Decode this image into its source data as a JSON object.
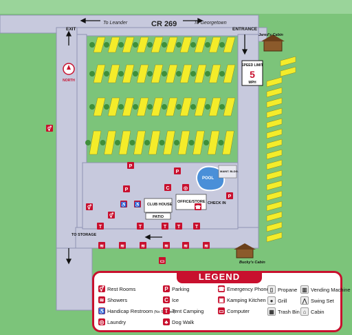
{
  "roads": {
    "top_road": "CR 269",
    "to_leander": "To Leander",
    "to_georgetown": "To Georgetown",
    "exit": "EXIT",
    "entrance": "ENTRANCE",
    "to_storage": "TO STORAGE",
    "north": "NORTH"
  },
  "labels": {
    "jareds_cabin": "Jared's Cabin",
    "bucks_cabin": "Bucky's Cabin",
    "speed_top": "SPEED LIMIT",
    "speed_value": "5",
    "speed_unit": "MPH",
    "pool": "POOL",
    "pool_building": "MAINT. BLDG.",
    "office": "OFFICE/STORE",
    "club_house": "CLUB HOUSE",
    "patio": "PATIO",
    "check_in": "CHECK IN"
  },
  "legend": {
    "title": "LEGEND",
    "items": [
      {
        "id": "rest-rooms",
        "label": "Rest Rooms",
        "glyph": "⚥"
      },
      {
        "id": "showers",
        "label": "Showers",
        "glyph": "≋"
      },
      {
        "id": "handicap",
        "label": "Handicap Restroom",
        "sub": "(No Shower)",
        "glyph": "♿"
      },
      {
        "id": "laundry",
        "label": "Laundry",
        "glyph": "◎"
      },
      {
        "id": "parking",
        "label": "Parking",
        "glyph": "P"
      },
      {
        "id": "ice",
        "label": "Ice",
        "glyph": "C"
      },
      {
        "id": "tent",
        "label": "Tent Camping",
        "glyph": "T"
      },
      {
        "id": "dog",
        "label": "Dog Walk",
        "glyph": "♣"
      },
      {
        "id": "phone",
        "label": "Emergency Phone",
        "glyph": "☎"
      },
      {
        "id": "kitchen",
        "label": "Kamping Kitchen",
        "glyph": "▣"
      },
      {
        "id": "computer",
        "label": "Computer",
        "glyph": "▭"
      },
      {
        "id": "propane",
        "label": "Propane",
        "glyph": "▯"
      },
      {
        "id": "grill",
        "label": "Grill",
        "glyph": "●"
      },
      {
        "id": "trash",
        "label": "Trash Bin",
        "glyph": "▦"
      },
      {
        "id": "vending",
        "label": "Vending Machine",
        "glyph": "▥"
      },
      {
        "id": "swing",
        "label": "Swing Set",
        "glyph": "⋀"
      },
      {
        "id": "cabin",
        "label": "Cabin",
        "glyph": "⌂"
      }
    ]
  },
  "colors": {
    "grass": "#7cc47a",
    "road": "#c7c9dd",
    "site": "#f4ec2a",
    "accent": "#c8102e",
    "pool": "#4a8fd8"
  }
}
